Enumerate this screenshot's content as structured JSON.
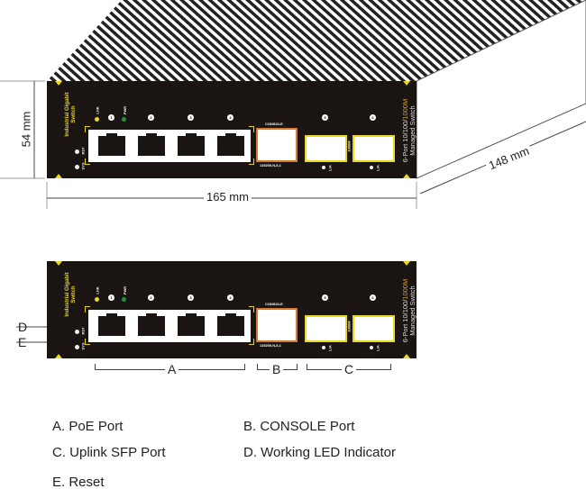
{
  "panel": {
    "brand": "Industrial Gigabit Switch",
    "led_lnk": "LNK",
    "led_pwr": "PWR",
    "led_rst": "RST",
    "led_sys": "SYS",
    "port_numbers": [
      "1",
      "2",
      "3",
      "4",
      "5",
      "6"
    ],
    "console_label": "CONSOLE",
    "console_settings": "115200,N,8,1",
    "sfp_speed": "1000M",
    "sfp_led": "L/A",
    "model_line1_a": "6-Port 10/100/",
    "model_line1_b": "1000M",
    "model_line2": "Managed Switch"
  },
  "dimensions": {
    "height": "54 mm",
    "width": "165 mm",
    "depth": "148 mm"
  },
  "callouts": {
    "A": "A",
    "B": "B",
    "C": "C",
    "D": "D",
    "E": "E"
  },
  "legend": [
    "A. PoE Port",
    "B. CONSOLE Port",
    "C. Uplink SFP Port",
    "D. Working LED Indicator",
    "E. Reset"
  ],
  "colors": {
    "panel": "#1a1512",
    "yellow": "#e8d820",
    "orange": "#d8782a",
    "green": "#1a9a3a"
  }
}
